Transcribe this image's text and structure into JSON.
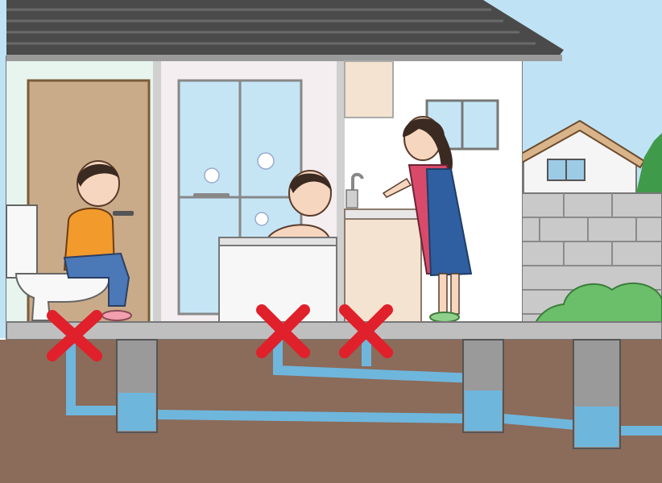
{
  "scene": {
    "description_icons": [
      "toilet-icon",
      "bathtub-icon",
      "kitchen-sink-icon",
      "blocked-x-icon"
    ],
    "markers": [
      {
        "name": "toilet-drain-blocked-mark",
        "symbol": "cross"
      },
      {
        "name": "bath-drain-blocked-mark",
        "symbol": "cross"
      },
      {
        "name": "kitchen-drain-blocked-mark",
        "symbol": "cross"
      }
    ],
    "colors": {
      "sky": "#bfe3f5",
      "roof": "#4a4a4a",
      "wall": "#f2f2f2",
      "soil": "#8b6b5a",
      "pipe": "#6fb6dc",
      "cross": "#e0202a",
      "shrub": "#6bbf6a"
    }
  }
}
